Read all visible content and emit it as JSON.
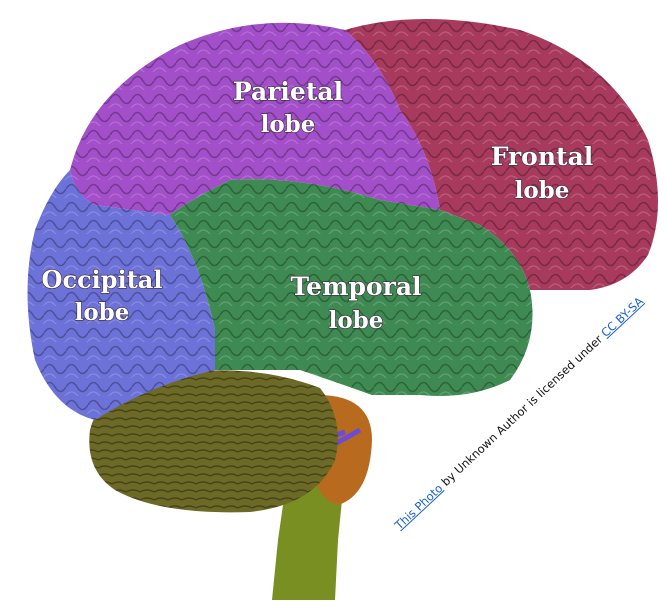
{
  "labels": {
    "parietal": [
      "Parietal",
      "lobe"
    ],
    "frontal": [
      "Frontal",
      "lobe"
    ],
    "occipital": [
      "Occipital",
      "lobe"
    ],
    "temporal": [
      "Temporal",
      "lobe"
    ]
  },
  "credit": {
    "link_text": "This Photo",
    "middle_text": " by Unknown Author is licensed under ",
    "license_text": "CC BY-SA"
  },
  "colors": {
    "parietal": "#a24fc9",
    "frontal": "#a83a5e",
    "occipital": "#6c72d8",
    "temporal": "#3f8a52",
    "cerebellum": "#6c6a26",
    "brainstem": "#7a8f22",
    "link": "#1a5fd0"
  }
}
